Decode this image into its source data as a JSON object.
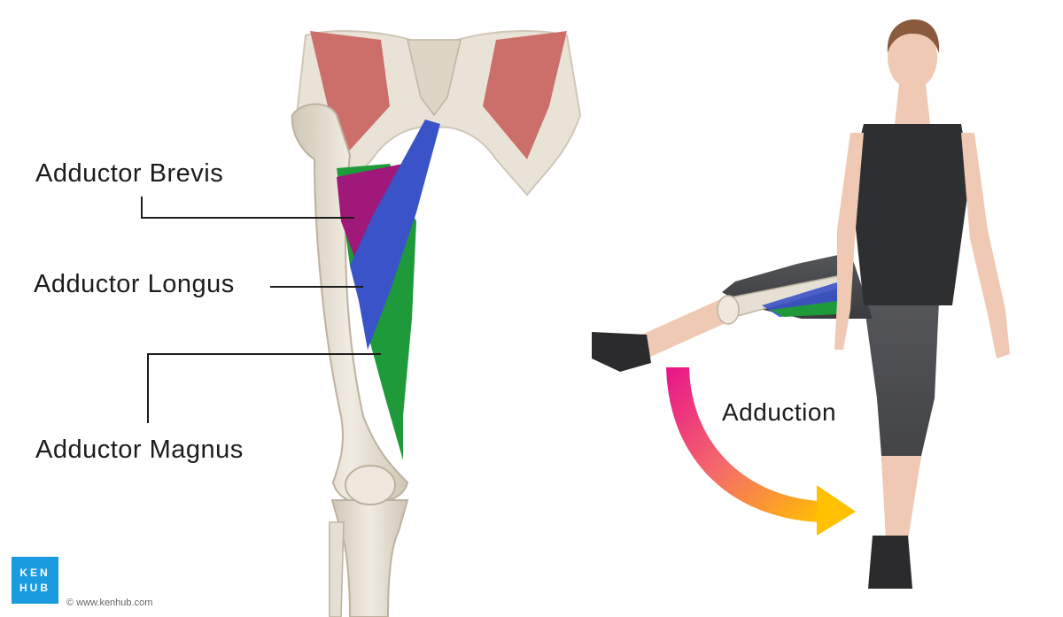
{
  "labels": {
    "adductor_brevis": "Adductor Brevis",
    "adductor_longus": "Adductor Longus",
    "adductor_magnus": "Adductor Magnus",
    "adduction": "Adduction"
  },
  "logo": {
    "line1": "KEN",
    "line2": "HUB"
  },
  "copyright": "© www.kenhub.com",
  "colors": {
    "brevis": "#a0187a",
    "longus": "#3a53c8",
    "magnus": "#1f9a3a",
    "pelvis_muscle": "#c9625f",
    "bone": "#e6e0d4",
    "arrow_start": "#e8138a",
    "arrow_end": "#ffc000",
    "logo": "#1a9be0"
  }
}
